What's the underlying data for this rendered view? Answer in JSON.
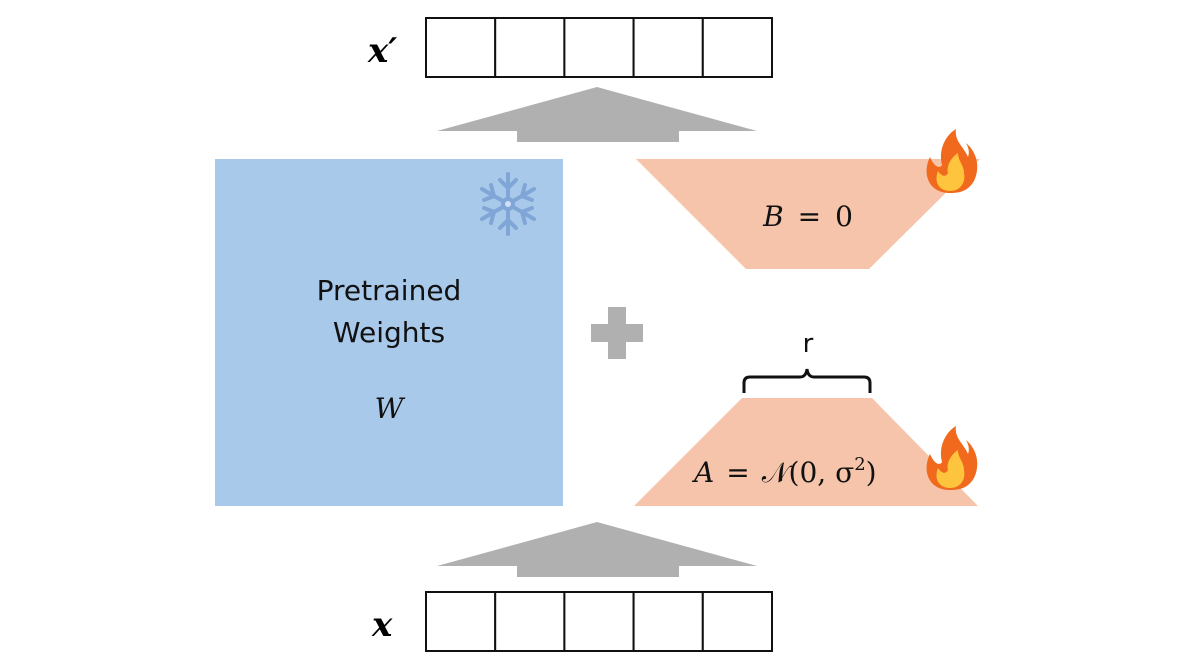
{
  "output_vector": {
    "label": "x′",
    "cell_count": 5
  },
  "input_vector": {
    "label": "x",
    "cell_count": 5
  },
  "pretrained": {
    "line1": "Pretrained",
    "line2": "Weights",
    "symbol": "W",
    "status_icon": "snowflake-icon",
    "color": "#a9c9ea"
  },
  "operator": {
    "icon": "plus-icon",
    "color": "#b0b0b0"
  },
  "matrix_b": {
    "var": "B",
    "equals": "=",
    "value": "0",
    "status_icon": "fire-icon",
    "color": "#f5c4aa"
  },
  "matrix_a": {
    "var": "A",
    "equals": "=",
    "dist": "𝒩(0, σ",
    "power": "2",
    "close": ")",
    "status_icon": "fire-icon",
    "color": "#f5c4aa"
  },
  "rank": {
    "label": "r"
  },
  "arrow_color": "#b0b0b0"
}
